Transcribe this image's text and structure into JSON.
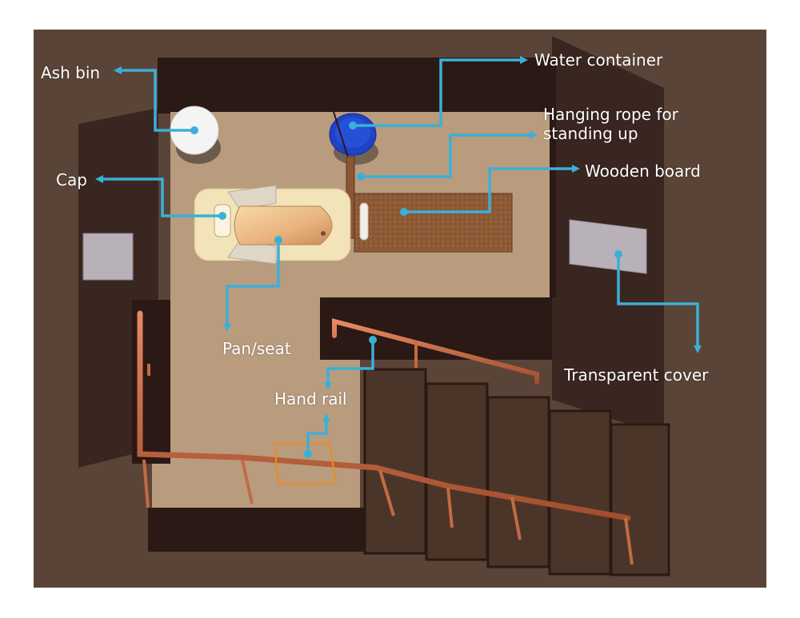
{
  "diagram": {
    "colors": {
      "background": "#5a4438",
      "floor": "#b99b7e",
      "wall": "#2a1914",
      "stair": "#4b3528",
      "rail": "#c46a43",
      "leader": "#3bb0d6",
      "label_text": "#ffffff",
      "water_container": "#1f43c8",
      "ash_bin": "#f4f4f4",
      "pan": "#f2e3b8",
      "board": "#8a5634",
      "cover": "#b9b1b8",
      "highlight_box": "#f08a1d"
    },
    "labels": {
      "ash_bin": "Ash bin",
      "water_container": "Water container",
      "hanging_rope_line1": "Hanging rope  for",
      "hanging_rope_line2": "standing up",
      "wooden_board": "Wooden board",
      "cap": "Cap",
      "pan_seat": "Pan/seat",
      "transparent_cover": "Transparent cover",
      "hand_rail": "Hand rail"
    }
  }
}
